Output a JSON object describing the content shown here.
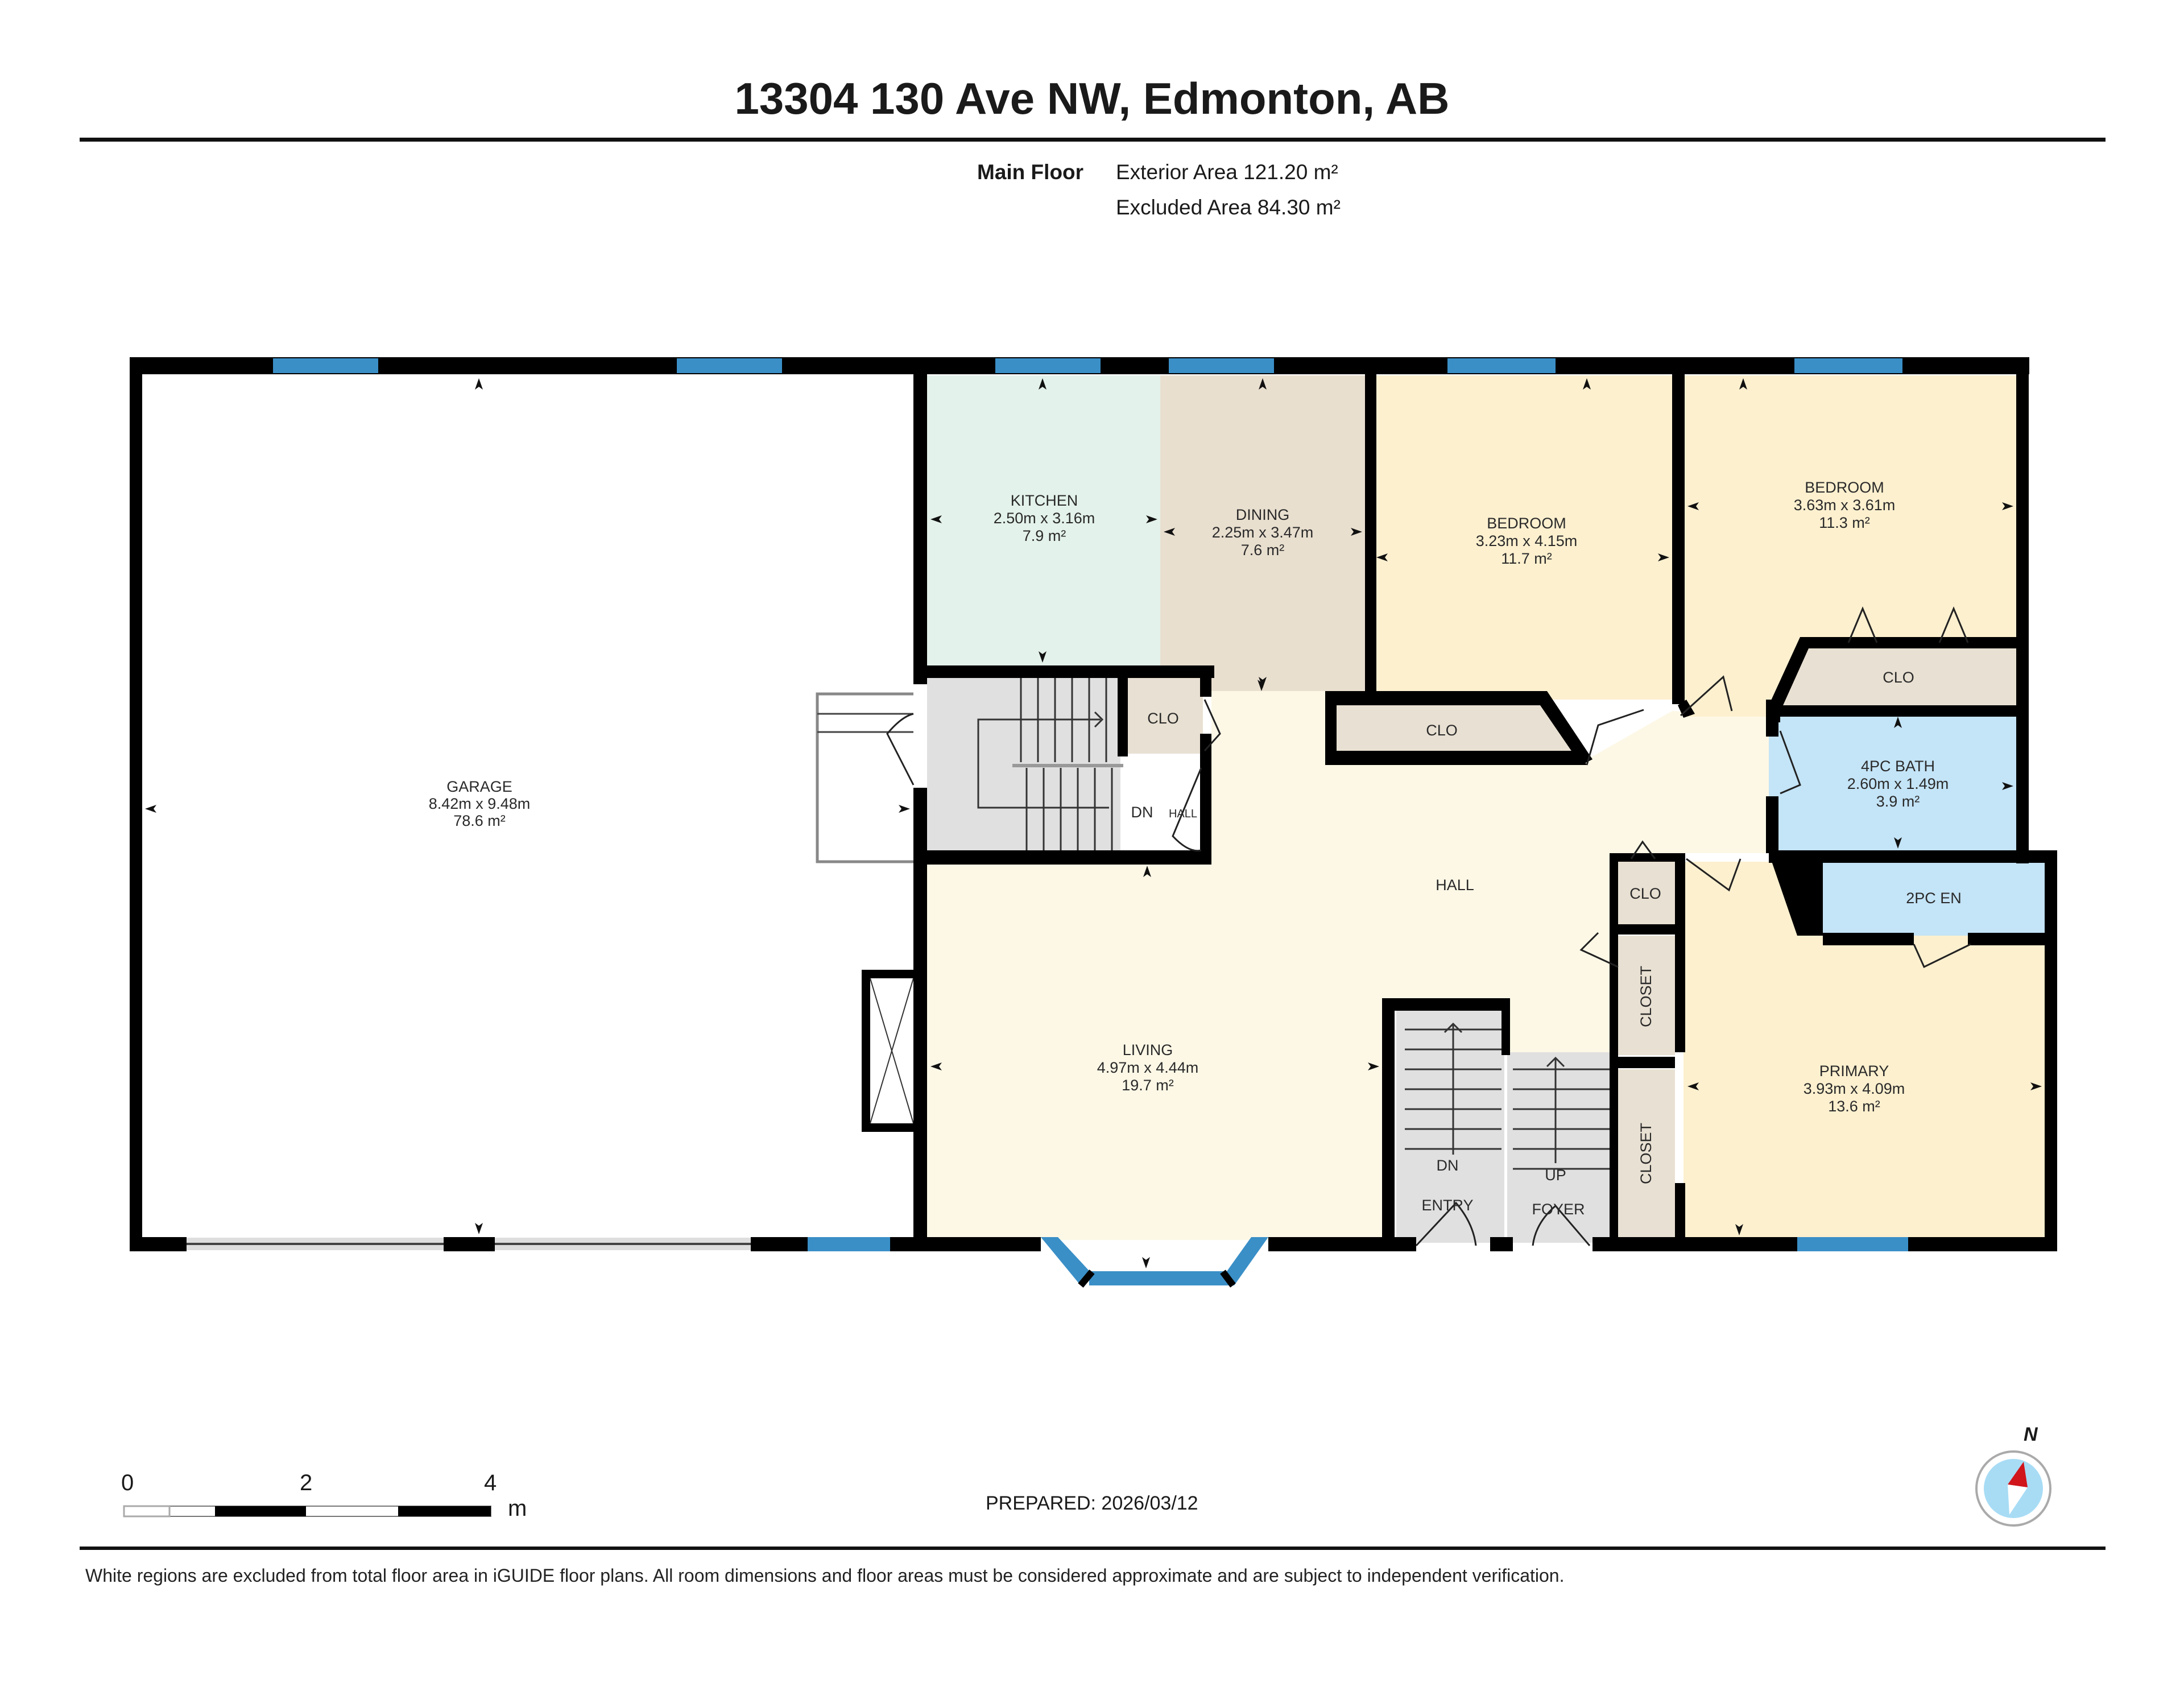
{
  "header": {
    "title": "13304 130 Ave NW, Edmonton, AB",
    "floor_label": "Main Floor",
    "exterior_area": "Exterior Area 121.20 m²",
    "excluded_area": "Excluded Area 84.30 m²"
  },
  "colors": {
    "wall": "#000000",
    "window": "#3a8fc7",
    "kitchen": "#e3f2ea",
    "dining": "#e9dfcf",
    "bedroom": "#fdf0cf",
    "hall": "#fdf8e6",
    "closet": "#e8e0d2",
    "bath": "#c4e4f7",
    "stairs": "#e0e0e0",
    "garage": "#ffffff"
  },
  "rooms": {
    "garage": {
      "name": "GARAGE",
      "dims": "8.42m x 9.48m",
      "area": "78.6 m²"
    },
    "kitchen": {
      "name": "KITCHEN",
      "dims": "2.50m x 3.16m",
      "area": "7.9 m²"
    },
    "dining": {
      "name": "DINING",
      "dims": "2.25m x 3.47m",
      "area": "7.6 m²"
    },
    "bedroom1": {
      "name": "BEDROOM",
      "dims": "3.23m x 4.15m",
      "area": "11.7 m²"
    },
    "bedroom2": {
      "name": "BEDROOM",
      "dims": "3.63m x 3.61m",
      "area": "11.3 m²"
    },
    "bath4pc": {
      "name": "4PC BATH",
      "dims": "2.60m x 1.49m",
      "area": "3.9 m²"
    },
    "ensuite2pc": {
      "name": "2PC EN"
    },
    "living": {
      "name": "LIVING",
      "dims": "4.97m x 4.44m",
      "area": "19.7 m²"
    },
    "primary": {
      "name": "PRIMARY",
      "dims": "3.93m x 4.09m",
      "area": "13.6 m²"
    },
    "hall": {
      "name": "HALL"
    },
    "clo_stair": {
      "name": "CLO"
    },
    "clo_bed1": {
      "name": "CLO"
    },
    "clo_bed2": {
      "name": "CLO"
    },
    "clo_hall": {
      "name": "CLO"
    },
    "closet_upper": {
      "name": "CLOSET"
    },
    "closet_lower": {
      "name": "CLOSET"
    },
    "stair_hall": {
      "dn": "DN",
      "label": "HALL"
    },
    "stair_entry": {
      "dn": "DN",
      "label": "ENTRY"
    },
    "stair_foyer": {
      "up": "UP",
      "label": "FOYER"
    }
  },
  "scale_bar": {
    "ticks": [
      "0",
      "2",
      "4"
    ],
    "unit": "m"
  },
  "prepared": "PREPARED: 2026/03/12",
  "compass": {
    "north_label": "N"
  },
  "footer": {
    "disclaimer": "White regions are excluded from total floor area in iGUIDE floor plans. All room dimensions and floor areas must be considered approximate and are subject to independent verification."
  }
}
